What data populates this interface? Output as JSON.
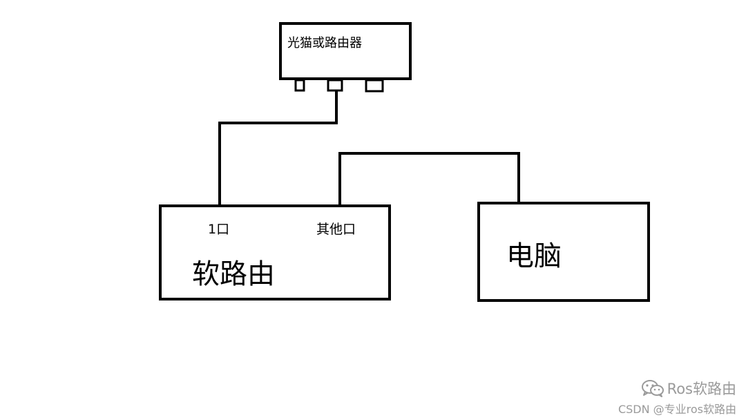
{
  "modem": {
    "label": "光猫或路由器"
  },
  "soft_router": {
    "label": "软路由",
    "port1_label": "1口",
    "other_ports_label": "其他口"
  },
  "computer": {
    "label": "电脑"
  },
  "watermark": {
    "brand": "Ros软路由",
    "brand_icon": "wechat-icon",
    "csdn": "CSDN @专业ros软路由"
  }
}
